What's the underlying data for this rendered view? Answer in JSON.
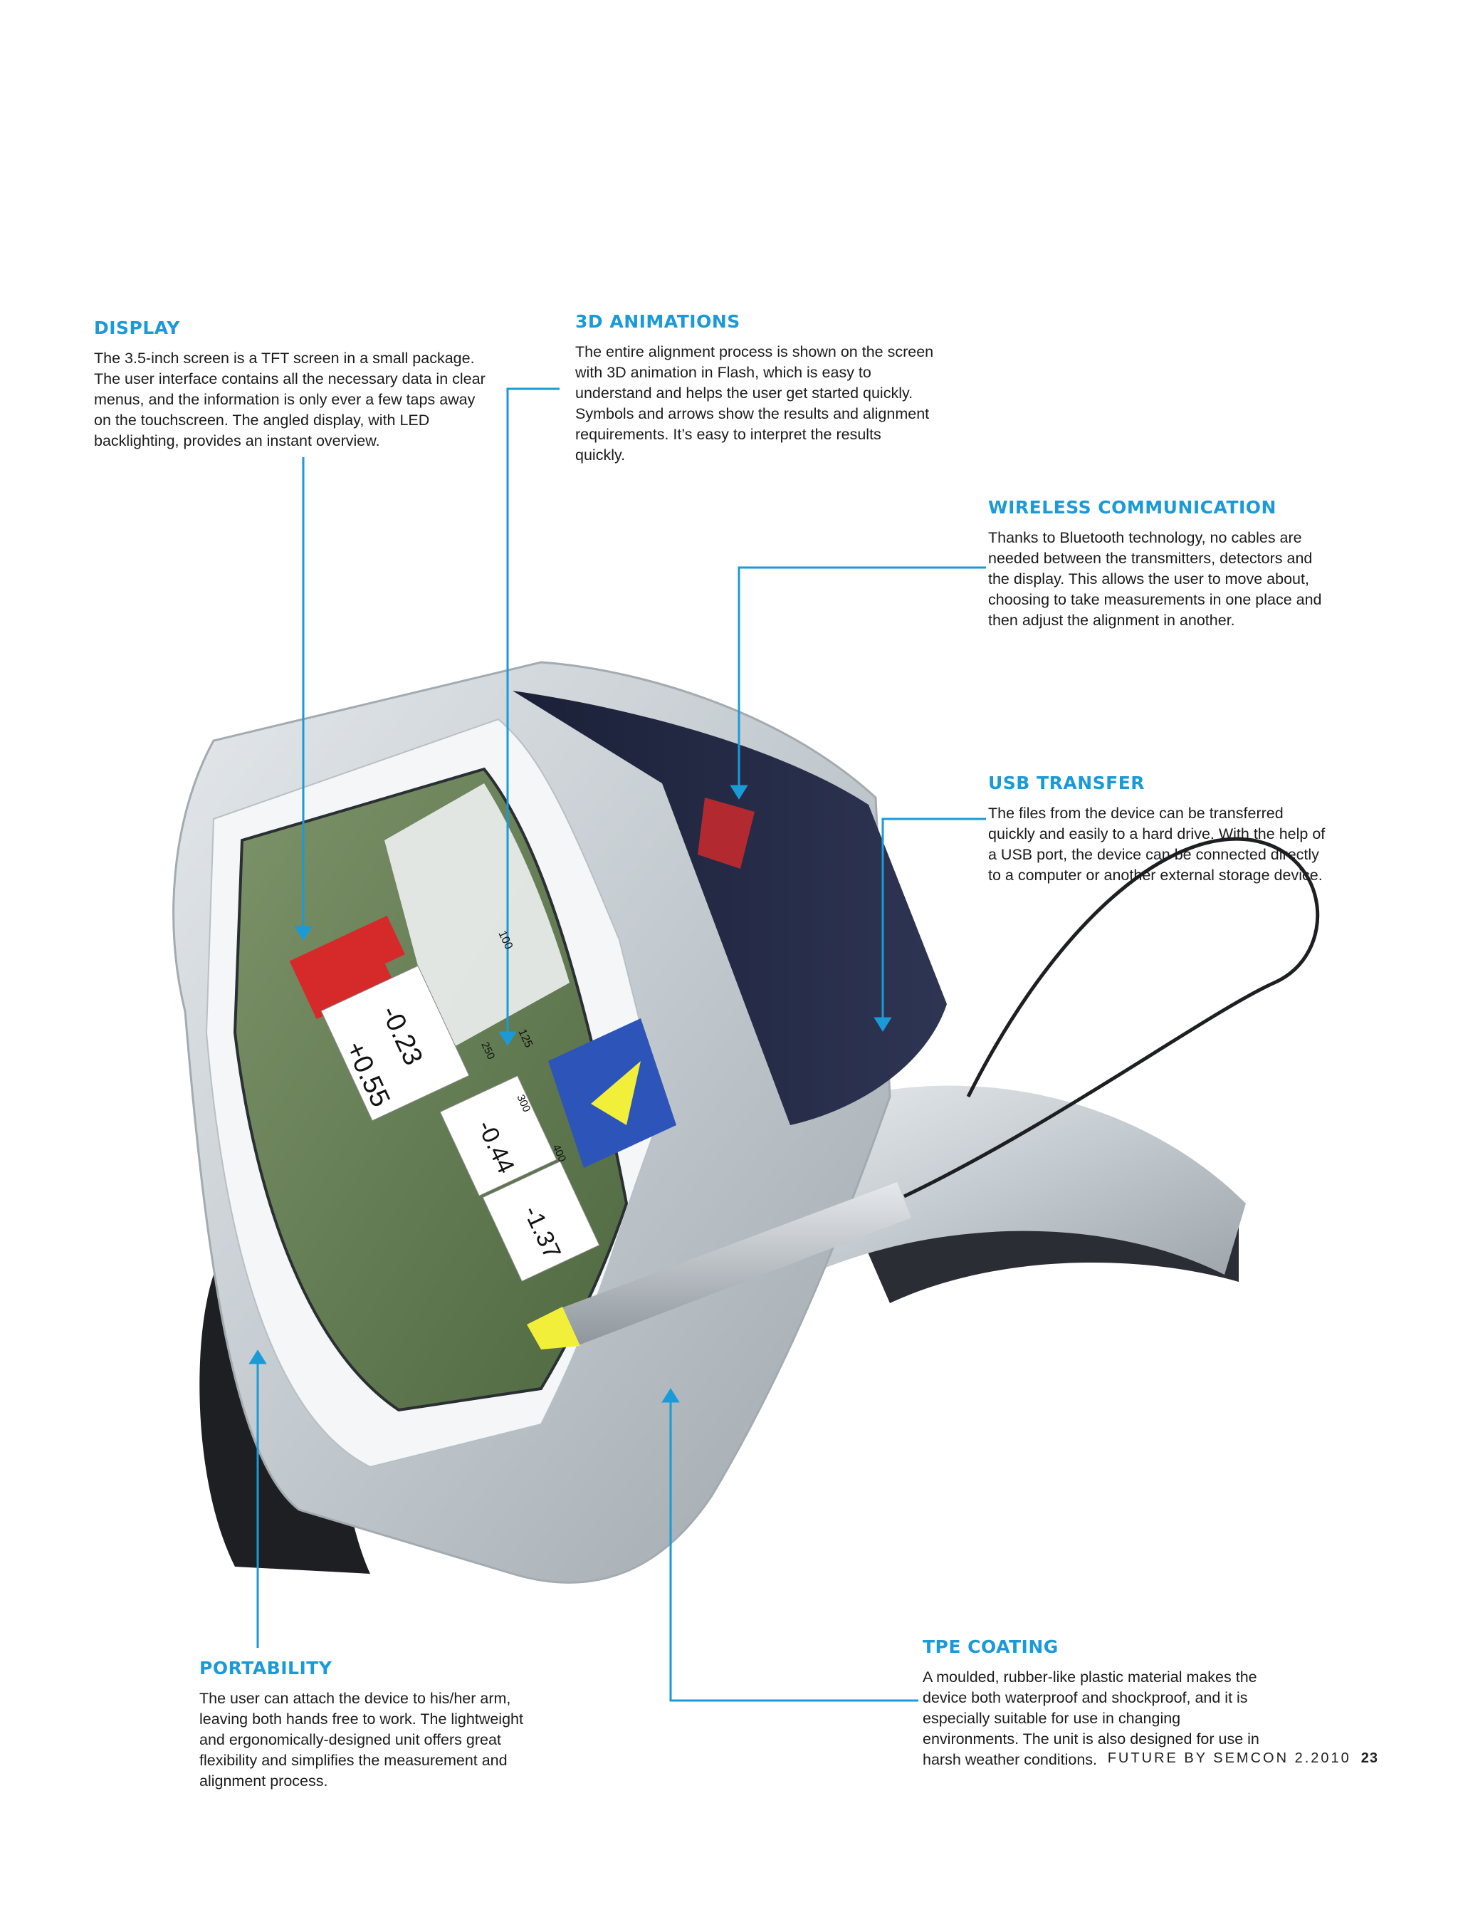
{
  "callouts": {
    "display": {
      "title": "DISPLAY",
      "body": "The 3.5-inch screen is a TFT screen in a small package. The user interface contains all the necessary data in clear menus, and the information is only ever a few taps away on the touchscreen. The angled display, with LED backlighting, provides an instant overview."
    },
    "animations": {
      "title": "3D ANIMATIONS",
      "body": "The entire alignment process is shown on the screen with 3D animation in Flash, which is easy to understand and helps the user get started quickly. Symbols and arrows show the results and alignment requirements. It’s easy to interpret the results quickly."
    },
    "wireless": {
      "title": "WIRELESS COMMUNICATION",
      "body": "Thanks to Bluetooth technology, no cables are needed between the transmitters, detectors and the display. This allows the user to move about, choosing to take measurements in one place and then adjust the alignment in another."
    },
    "usb": {
      "title": "USB TRANSFER",
      "body": "The files from the device can be transferred quickly and easily to a hard drive. With the help of a USB port, the device can be connected directly to a computer or another external storage device."
    },
    "portability": {
      "title": "PORTABILITY",
      "body": "The user can attach the device to his/her arm, leaving both hands free to work. The lightweight and ergonomically-designed unit offers great flexibility and simplifies the measurement and alignment process."
    },
    "tpe": {
      "title": "TPE COATING",
      "body": "A moulded, rubber-like plastic material makes the device both waterproof and shockproof, and it is especially suitable for use in changing environments. The unit is also designed for use in harsh weather conditions."
    }
  },
  "screen_values": {
    "vertical_top": "-0.23",
    "vertical_bottom": "+0.55",
    "horizontal_top": "-0.44",
    "horizontal_bottom": "-1.37",
    "dim_100": "100",
    "dim_125": "125",
    "dim_300": "300",
    "dim_400": "400",
    "dim_250": "250"
  },
  "footer": {
    "publication": "FUTURE BY SEMCON 2.2010",
    "page_number": "23"
  },
  "colors": {
    "accent": "#1a9ad6",
    "screen_green": "#5f7a4a",
    "device_body": "#c9cfd4",
    "motor_blue": "#2d54b8",
    "pointer_tip": "#f2ef3a",
    "warning_red": "#d62a2a"
  }
}
